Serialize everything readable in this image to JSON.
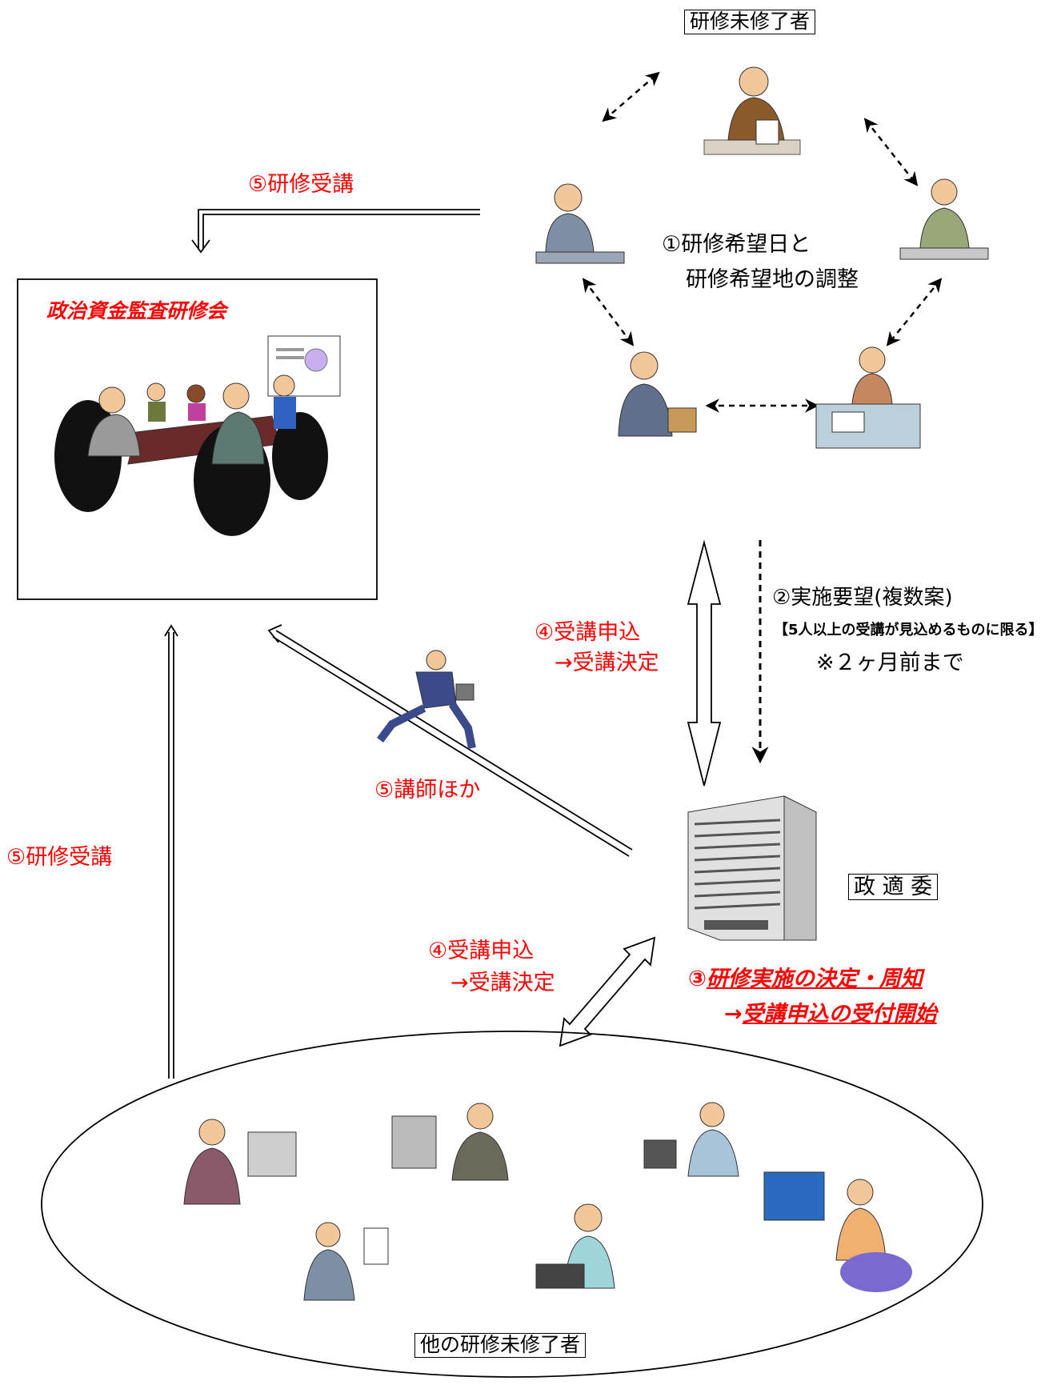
{
  "labels": {
    "top_group": "研修未修了者",
    "step1_line1": "①研修希望日と",
    "step1_line2": "研修希望地の調整",
    "step5_top": "⑤研修受講",
    "seminar_title": "政治資金監査研修会",
    "step4_upper_line1": "④受講申込",
    "step4_upper_line2": "→受講決定",
    "step2_line1": "②実施要望(複数案)",
    "step2_line2": "【5人以上の受講が見込めるものに限る】",
    "step2_line3": "※２ヶ月前まで",
    "step5_lecturer": "⑤講師ほか",
    "step5_left": "⑤研修受講",
    "committee": "政 適 委",
    "step4_lower_line1": "④受講申込",
    "step4_lower_line2": "→受講決定",
    "step3_prefix": "③",
    "step3_line1": "研修実施の決定・周知",
    "step3_line2_prefix": "→",
    "step3_line2": "受講申込の受付開始",
    "bottom_group": "他の研修未修了者"
  },
  "colors": {
    "accent_red": "#ff0000",
    "line": "#000000",
    "seminar_border": "#000000"
  }
}
